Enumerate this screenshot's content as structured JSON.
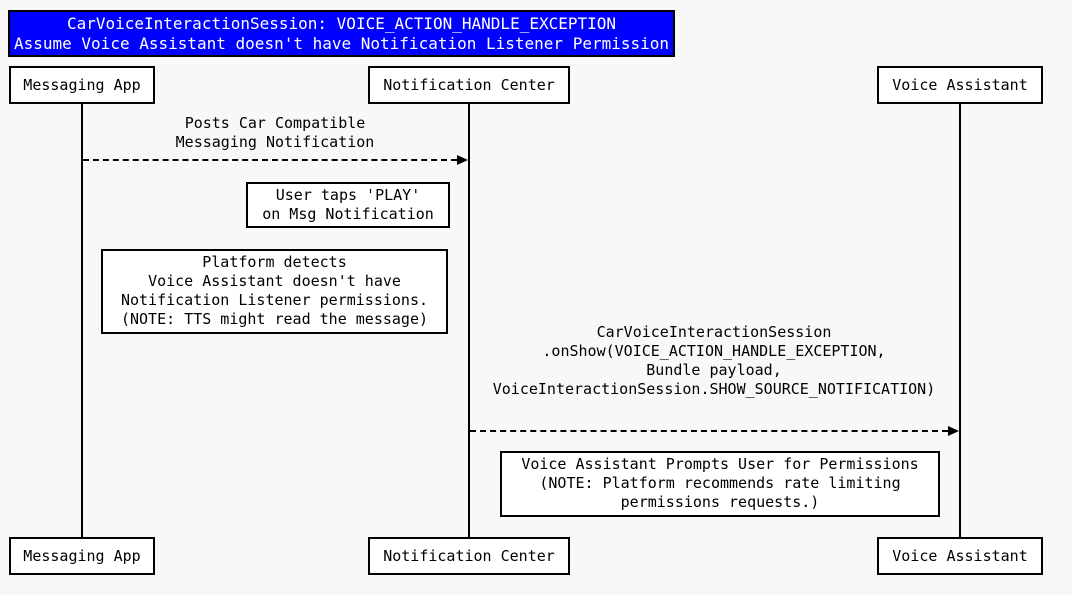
{
  "title": {
    "line1": "CarVoiceInteractionSession: VOICE_ACTION_HANDLE_EXCEPTION",
    "line2": "Assume Voice Assistant doesn't have Notification Listener Permission",
    "background_color": "#0000ff",
    "text_color": "#ffffff"
  },
  "participants": [
    {
      "name": "Messaging App"
    },
    {
      "name": "Notification Center"
    },
    {
      "name": "Voice Assistant"
    }
  ],
  "messages": [
    {
      "from": "Messaging App",
      "to": "Notification Center",
      "line_style": "dashed",
      "label_lines": [
        "Posts Car Compatible",
        "Messaging Notification"
      ]
    },
    {
      "from": "Notification Center",
      "to": "Voice Assistant",
      "line_style": "dashed",
      "label_lines": [
        "CarVoiceInteractionSession",
        ".onShow(VOICE_ACTION_HANDLE_EXCEPTION,",
        "Bundle payload,",
        "VoiceInteractionSession.SHOW_SOURCE_NOTIFICATION)"
      ]
    }
  ],
  "notes": [
    {
      "lines": [
        "User taps 'PLAY'",
        "on Msg Notification"
      ]
    },
    {
      "lines": [
        "Platform detects",
        "Voice Assistant doesn't have",
        "Notification Listener permissions.",
        "(NOTE: TTS might read the message)"
      ]
    },
    {
      "lines": [
        "Voice Assistant Prompts User for Permissions",
        "(NOTE: Platform recommends rate limiting",
        "permissions requests.)"
      ]
    }
  ],
  "colors": {
    "background": "#f8f8f8",
    "box_fill": "#ffffff",
    "line": "#000000",
    "title_fill": "#0000ff"
  }
}
